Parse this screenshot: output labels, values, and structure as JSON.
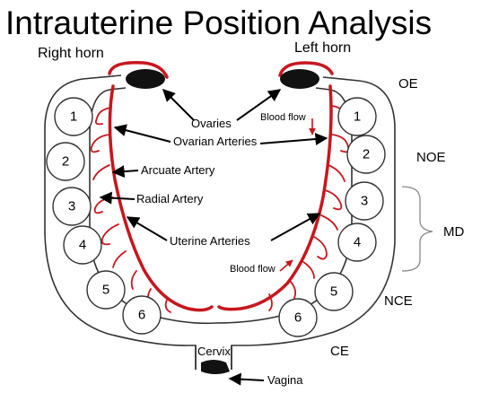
{
  "title": "Intrauterine Position Analysis",
  "horns": {
    "right": "Right horn",
    "left": "Left horn"
  },
  "labels": {
    "ovaries": "Ovaries",
    "ovarian_arteries": "Ovarian Arteries",
    "arcuate_artery": "Arcuate Artery",
    "radial_artery": "Radial Artery",
    "uterine_arteries": "Uterine Arteries",
    "blood_flow_top": "Blood flow",
    "blood_flow_bottom": "Blood flow",
    "cervix": "Cervix",
    "vagina": "Vagina"
  },
  "sides": {
    "oe": "OE",
    "noe": "NOE",
    "md": "MD",
    "nce": "NCE",
    "ce": "CE"
  },
  "fetuses_left_horn_side": [
    "1",
    "2",
    "3",
    "4",
    "5",
    "6"
  ],
  "fetuses_right_side": [
    "1",
    "2",
    "3",
    "4",
    "5",
    "6"
  ],
  "colors": {
    "artery": "#c8161d",
    "ovary": "#111111",
    "outline": "#333333"
  }
}
